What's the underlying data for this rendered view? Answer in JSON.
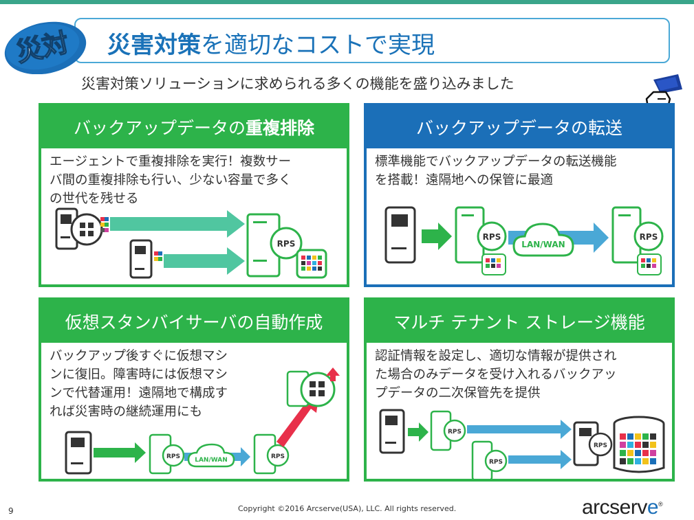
{
  "header": {
    "badge_text": "災対",
    "title_bold": "災害対策",
    "title_rest": "を適切なコストで実現",
    "subtitle": "災害対策ソリューションに求められる多くの機能を盛り込みました"
  },
  "panels": [
    {
      "title_plain": "バックアップデータの",
      "title_bold": "重複排除",
      "body": [
        "エージェントで重複排除を実行！複数サー",
        "バ間の重複排除も行い、少ない容量で多く",
        "の世代を残せる"
      ],
      "rps_label": "RPS"
    },
    {
      "title_plain": "バックアップデータの転送",
      "title_bold": "",
      "body": [
        "標準機能でバックアップデータの転送機能",
        "を搭載！遠隔地への保管に最適"
      ],
      "rps_label": "RPS",
      "network_label": "LAN/WAN"
    },
    {
      "title_plain": "仮想スタンバイサーバの自動作成",
      "title_bold": "",
      "body": [
        "バックアップ後すぐに仮想マシ",
        "ンに復旧。障害時には仮想マシ",
        "ンで代替運用！遠隔地で構成す",
        "れば災害時の継続運用にも"
      ],
      "rps_label": "RPS",
      "network_label": "LAN/WAN"
    },
    {
      "title_plain": "マルチ テナント ストレージ機能",
      "title_bold": "",
      "body": [
        "認証情報を設定し、適切な情報が提供され",
        "た場合のみデータを受け入れるバックアッ",
        "プデータの二次保管先を提供"
      ],
      "rps_label": "RPS"
    }
  ],
  "footer": {
    "page_number": "9",
    "copyright": "Copyright ©2016 Arcserve(USA), LLC. All rights reserved.",
    "logo_pre": "arcserv",
    "logo_e": "e"
  },
  "colors": {
    "green": "#2db34a",
    "blue": "#1b6fb8",
    "teal": "#3aa58a",
    "accent_red": "#e8304a"
  },
  "icons": [
    "server-icon",
    "rps-server-icon",
    "storage-drum-icon",
    "cloud-icon",
    "pointing-hand-icon",
    "virtual-machine-icon"
  ]
}
